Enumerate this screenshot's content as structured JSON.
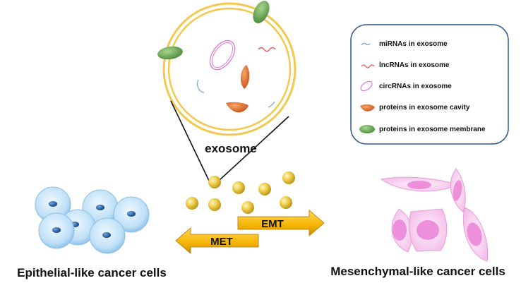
{
  "exosome_label": "exosome",
  "legend": {
    "items": [
      {
        "icon": "mirna-icon",
        "label": "miRNAs in exosome",
        "color": "#7aa6d6"
      },
      {
        "icon": "lncrna-icon",
        "label": "lncRNAs in exosome",
        "color": "#e05a52"
      },
      {
        "icon": "circrna-icon",
        "label": "circRNAs in exosome",
        "color": "#e07ad6"
      },
      {
        "icon": "cavity-protein-icon",
        "label": "proteins in exosome cavity",
        "color": "#e06f2a"
      },
      {
        "icon": "membrane-protein-icon",
        "label": "proteins in exosome membrane",
        "color": "#6ea85a"
      }
    ],
    "border_color": "#2d5a8a"
  },
  "arrows": {
    "emt_label": "EMT",
    "met_label": "MET",
    "color": "#f5b400"
  },
  "cell_labels": {
    "epithelial": "Epithelial-like cancer cells",
    "mesenchymal": "Mesenchymal-like cancer cells"
  },
  "colors": {
    "membrane": "#f2c94c",
    "vesicle": "#e8c23a",
    "epithelial_cell": "#bfe0f7",
    "nucleus": "#1f5fa8",
    "mesenchymal_cell": "#f6c8ee",
    "mesenchymal_nucleus": "#ee8fdb"
  }
}
